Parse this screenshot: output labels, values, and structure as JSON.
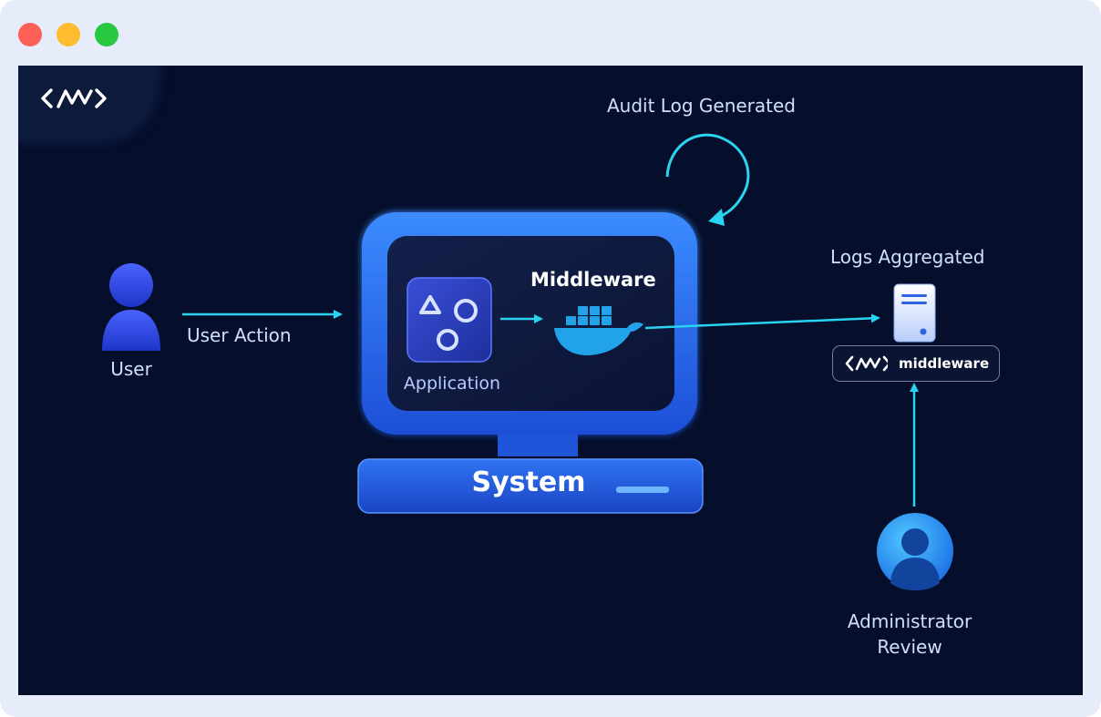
{
  "window": {
    "controls": [
      "close",
      "minimize",
      "maximize"
    ]
  },
  "diagram": {
    "user_label": "User",
    "user_action_label": "User Action",
    "application_label": "Application",
    "middleware_label": "Middleware",
    "system_label": "System",
    "audit_label": "Audit Log Generated",
    "logs_label": "Logs Aggregated",
    "badge_text": "middleware",
    "admin_label_line1": "Administrator",
    "admin_label_line2": "Review"
  },
  "colors": {
    "background": "#050e2a",
    "accent": "#2ad4f0",
    "monitor_blue": "#2a6df0",
    "window_frame": "#e7ecfb"
  }
}
